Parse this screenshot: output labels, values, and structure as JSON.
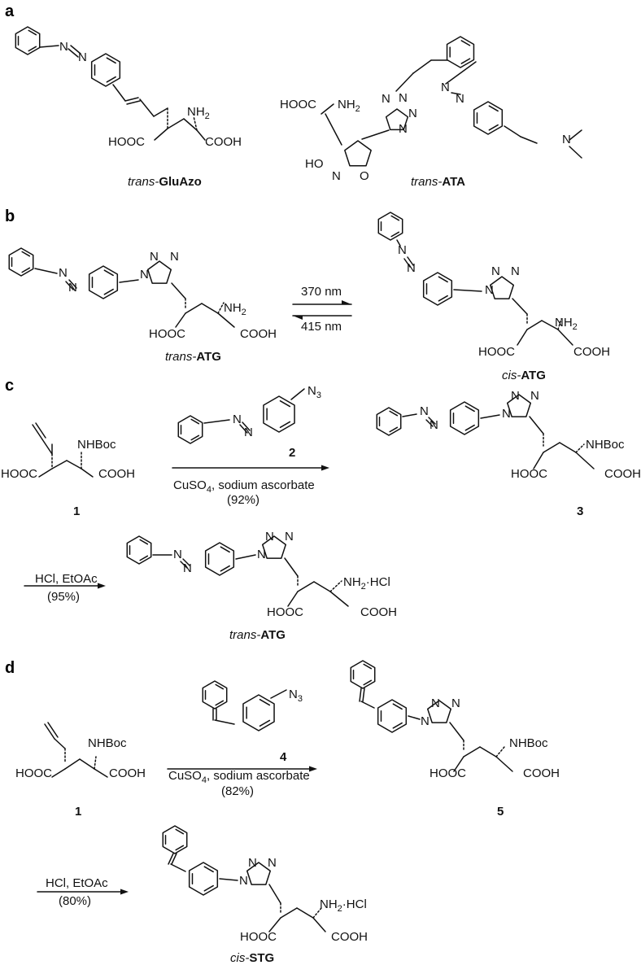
{
  "panels": {
    "a": {
      "label": "a",
      "mol1": {
        "name_prefix": "trans-",
        "name_bold": "GluAzo",
        "atoms": {
          "nh2": "NH",
          "nh2_sub": "2",
          "acid_left": "HOOC",
          "acid_right": "COOH"
        }
      },
      "mol2": {
        "name_prefix": "trans-",
        "name_bold": "ATA",
        "atoms": {
          "hooc": "HOOC",
          "nh2": "NH",
          "nh2_sub": "2",
          "ho": "HO",
          "n_iso": "N",
          "o_iso": "O",
          "n1": "N",
          "n2": "N",
          "n3": "N",
          "n4": "N",
          "nme2": "N"
        }
      }
    },
    "b": {
      "label": "b",
      "left": {
        "name_prefix": "trans-",
        "name_bold": "ATG",
        "atoms": {
          "nh2": "NH",
          "nh2_sub": "2",
          "acid_left": "HOOC",
          "acid_right": "COOH",
          "n1": "N",
          "n2": "N",
          "n3": "N"
        }
      },
      "right": {
        "name_prefix": "cis-",
        "name_bold": "ATG",
        "atoms": {
          "nh2": "NH",
          "nh2_sub": "2",
          "acid_left": "HOOC",
          "acid_right": "COOH",
          "n1": "N",
          "n2": "N",
          "n3": "N"
        }
      },
      "forward": "370 nm",
      "reverse": "415 nm"
    },
    "c": {
      "label": "c",
      "start": {
        "number": "1",
        "nhboc": "NHBoc",
        "acid_left": "HOOC",
        "acid_right": "COOH"
      },
      "reagent": {
        "number": "2",
        "azide": "N",
        "azide_sub": "3",
        "conditions_a": "CuSO",
        "conditions_sub": "4",
        "conditions_b": ", sodium ascorbate",
        "yield": "(92%)"
      },
      "product": {
        "number": "3",
        "nhboc": "NHBoc",
        "acid_left": "HOOC",
        "acid_right": "COOH",
        "n1": "N",
        "n2": "N",
        "n3": "N"
      },
      "step2": {
        "conditions": "HCl, EtOAc",
        "yield": "(95%)"
      },
      "final": {
        "name_prefix": "trans-",
        "name_bold": "ATG",
        "amine": "NH",
        "amine_sub": "2",
        "amine_salt": "·HCl",
        "acid_left": "HOOC",
        "acid_right": "COOH",
        "n1": "N",
        "n2": "N",
        "n3": "N"
      }
    },
    "d": {
      "label": "d",
      "start": {
        "number": "1",
        "nhboc": "NHBoc",
        "acid_left": "HOOC",
        "acid_right": "COOH"
      },
      "reagent": {
        "number": "4",
        "azide": "N",
        "azide_sub": "3",
        "conditions_a": "CuSO",
        "conditions_sub": "4",
        "conditions_b": ", sodium ascorbate",
        "yield": "(82%)"
      },
      "product": {
        "number": "5",
        "nhboc": "NHBoc",
        "acid_left": "HOOC",
        "acid_right": "COOH",
        "n1": "N",
        "n2": "N",
        "n3": "N"
      },
      "step2": {
        "conditions": "HCl, EtOAc",
        "yield": "(80%)"
      },
      "final": {
        "name_prefix": "cis-",
        "name_bold": "STG",
        "amine": "NH",
        "amine_sub": "2",
        "amine_salt": "·HCl",
        "acid_left": "HOOC",
        "acid_right": "COOH",
        "n1": "N",
        "n2": "N",
        "n3": "N"
      }
    }
  },
  "azo_atom": "N",
  "colors": {
    "ink": "#111111",
    "background": "#ffffff"
  }
}
